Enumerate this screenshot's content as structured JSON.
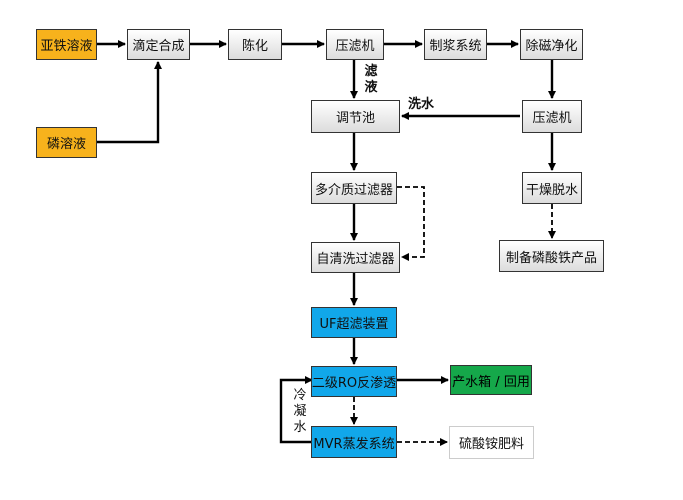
{
  "nodes": {
    "ferrous": "亚铁溶液",
    "phosphate": "磷溶液",
    "titration": "滴定合成",
    "aging": "陈化",
    "press1": "压滤机",
    "slurry": "制浆系统",
    "demag": "除磁净化",
    "regulating": "调节池",
    "press2": "压滤机",
    "multimedia": "多介质过滤器",
    "drying": "干燥脱水",
    "selfclean": "自清洗过滤器",
    "product": "制备磷酸铁产品",
    "uf": "UF超滤装置",
    "ro": "二级RO反渗透",
    "water_tank": "产水箱 / 回用",
    "mvr": "MVR蒸发系统",
    "ammonium": "硫酸铵肥料"
  },
  "labels": {
    "filtrate": "滤液",
    "wash_water": "洗水",
    "condensate": "冷凝水"
  },
  "colors": {
    "raw_material": "#f7b21c",
    "membrane": "#11a7ea",
    "reuse": "#15a84a"
  }
}
